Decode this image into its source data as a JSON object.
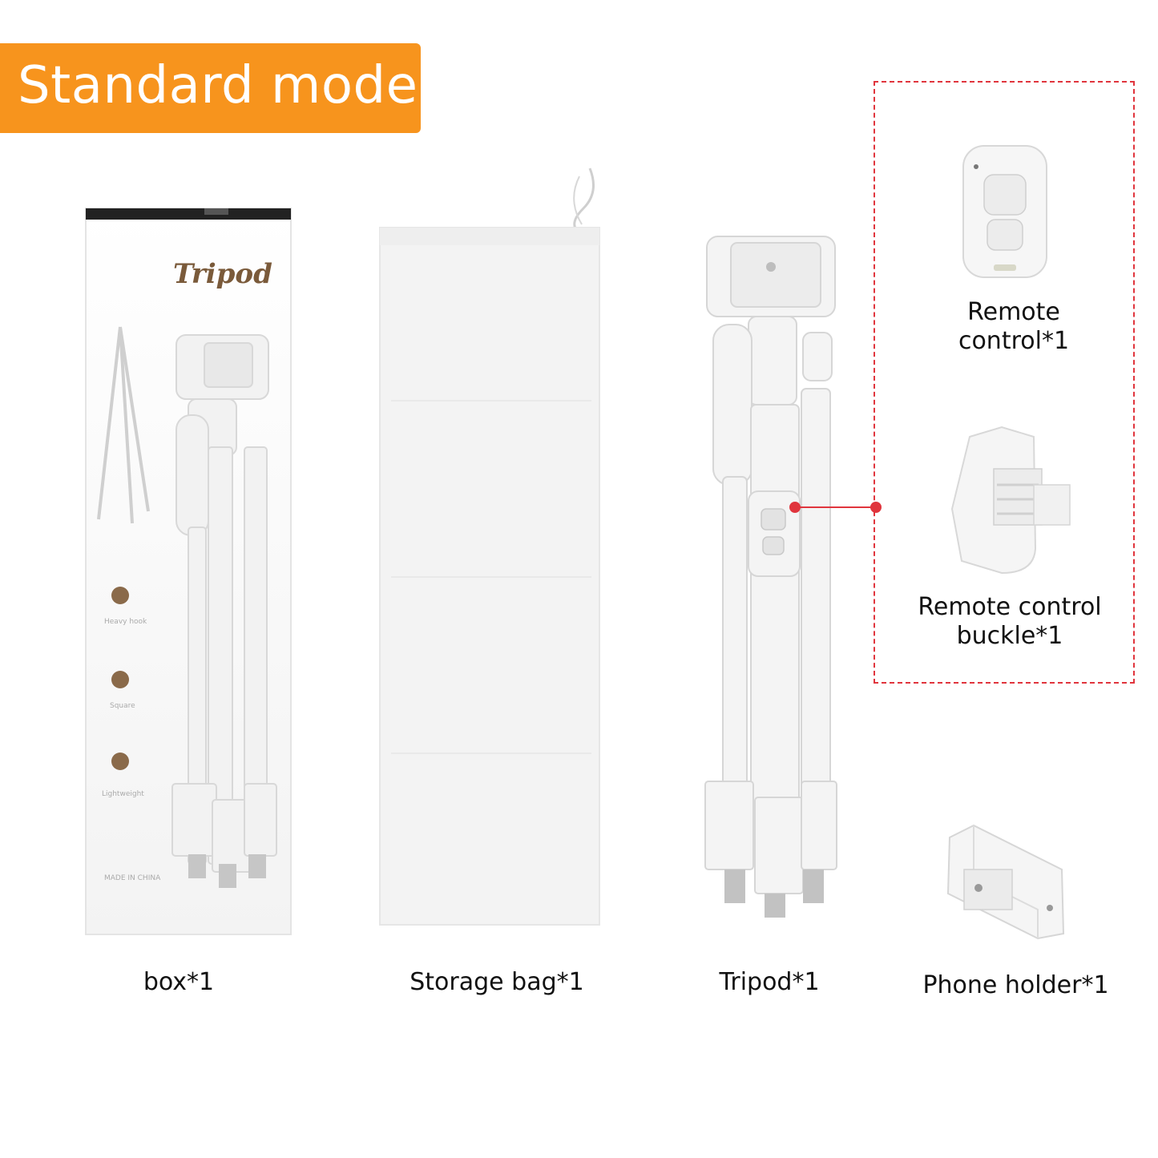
{
  "banner": {
    "title": "Standard model",
    "color": "#f7941d"
  },
  "box": {
    "brand_text": "Tripod",
    "label": "box*1"
  },
  "bag": {
    "label": "Storage bag*1"
  },
  "tripod": {
    "label": "Tripod*1"
  },
  "accessories": {
    "remote": {
      "label": "Remote control*1"
    },
    "buckle": {
      "label": "Remote control buckle*1"
    },
    "holder": {
      "label": "Phone holder*1"
    }
  },
  "colors": {
    "dashed_border": "#e0353d",
    "accent": "#f7941d"
  },
  "icons": [
    "box-image",
    "storage-bag-image",
    "tripod-image",
    "remote-control-image",
    "buckle-image",
    "phone-holder-image"
  ]
}
